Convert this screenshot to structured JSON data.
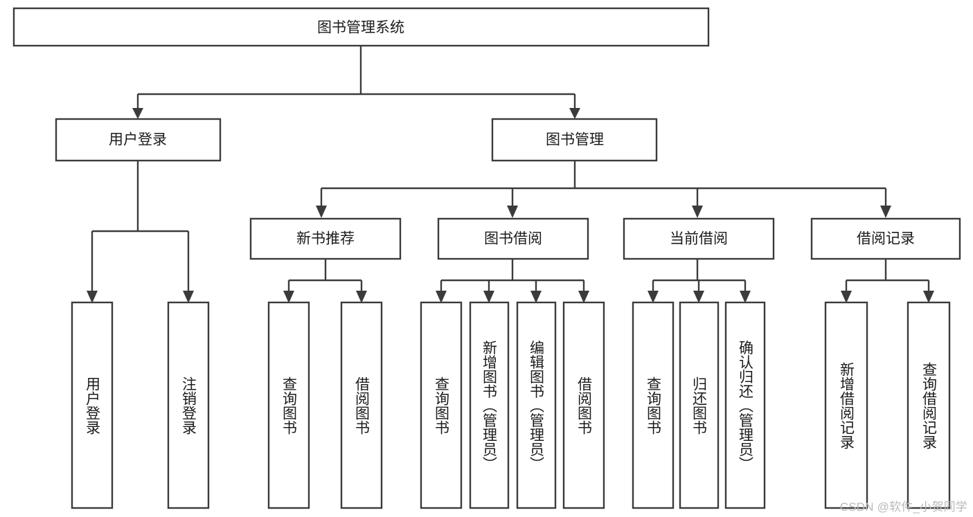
{
  "diagram": {
    "type": "tree-hierarchy",
    "orientation": "top-down",
    "title": "图书管理系统",
    "colors": {
      "box_fill": "#ffffff",
      "box_stroke": "#3b3b3b",
      "text": "#1b1b1b",
      "background": "#ffffff",
      "watermark": "#b9b9b9"
    },
    "root": {
      "label": "图书管理系统"
    },
    "level1": [
      {
        "label": "用户登录"
      },
      {
        "label": "图书管理"
      }
    ],
    "level2": [
      {
        "label": "新书推荐"
      },
      {
        "label": "图书借阅"
      },
      {
        "label": "当前借阅"
      },
      {
        "label": "借阅记录"
      }
    ],
    "leaves": {
      "user_login": [
        {
          "label": "用户登录"
        },
        {
          "label": "注销登录"
        }
      ],
      "new_book_recommend": [
        {
          "label": "查询图书"
        },
        {
          "label": "借阅图书"
        }
      ],
      "book_borrow": [
        {
          "label": "查询图书"
        },
        {
          "label": "新增图书（管理员）"
        },
        {
          "label": "编辑图书（管理员）"
        },
        {
          "label": "借阅图书"
        }
      ],
      "current_borrow": [
        {
          "label": "查询图书"
        },
        {
          "label": "归还图书"
        },
        {
          "label": "确认归还（管理员）"
        }
      ],
      "borrow_record": [
        {
          "label": "新增借阅记录"
        },
        {
          "label": "查询借阅记录"
        }
      ]
    },
    "watermark": "CSDN @软件_小贺同学"
  }
}
